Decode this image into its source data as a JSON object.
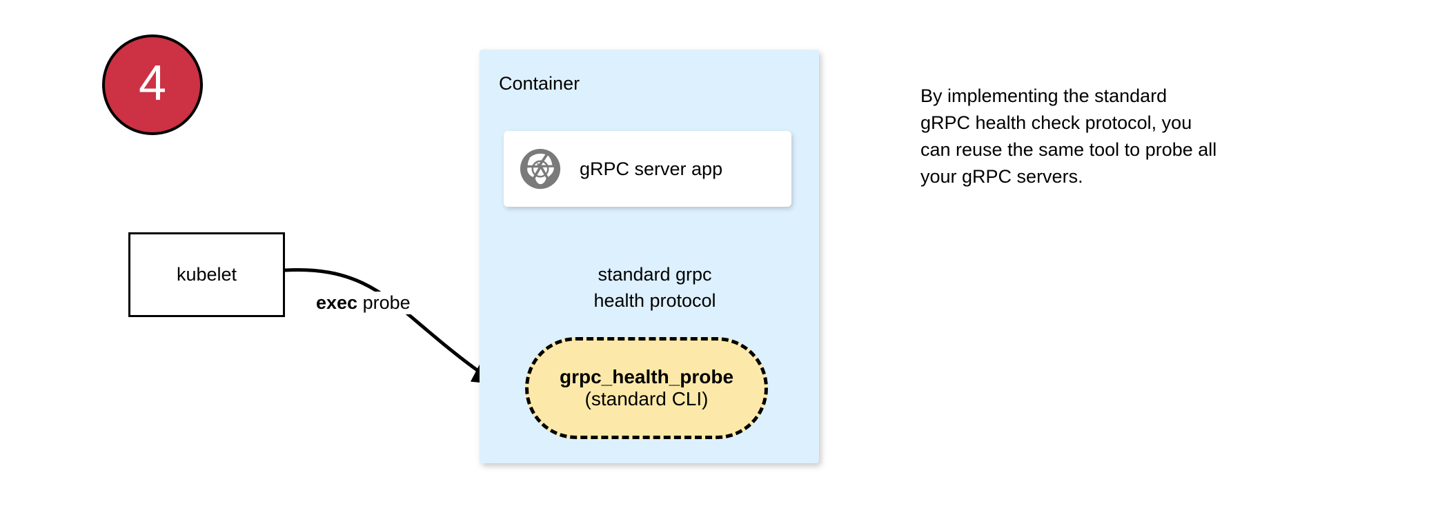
{
  "step": {
    "number": "4"
  },
  "container": {
    "label": "Container",
    "fill_color": "#ddf0fd"
  },
  "app_card": {
    "label": "gRPC server app",
    "icon": "aperture-icon",
    "icon_color": "#7a7a7a",
    "fill_color": "#ffffff"
  },
  "kubelet": {
    "label": "kubelet",
    "fill_color": "#ffffff",
    "border_color": "#000000"
  },
  "edges": {
    "exec_probe": {
      "label_bold": "exec",
      "label_rest": " probe"
    },
    "protocol": {
      "line1": "standard grpc",
      "line2": "health protocol"
    }
  },
  "probe_node": {
    "title": "grpc_health_probe",
    "subtitle": "(standard CLI)",
    "fill_color": "#fce9a9",
    "border_color": "#000000",
    "border_style": "dashed"
  },
  "side_note": {
    "line1": "By implementing the standard",
    "line2": "gRPC health check protocol, you",
    "line3": "can reuse the same tool to probe all",
    "line4": "your gRPC servers."
  },
  "colors": {
    "badge_red": "#cc3243",
    "badge_text": "#ffffff",
    "container_blue": "#ddf0fd",
    "node_yellow": "#fce9a9",
    "icon_gray": "#7a7a7a",
    "stroke_black": "#000000"
  }
}
